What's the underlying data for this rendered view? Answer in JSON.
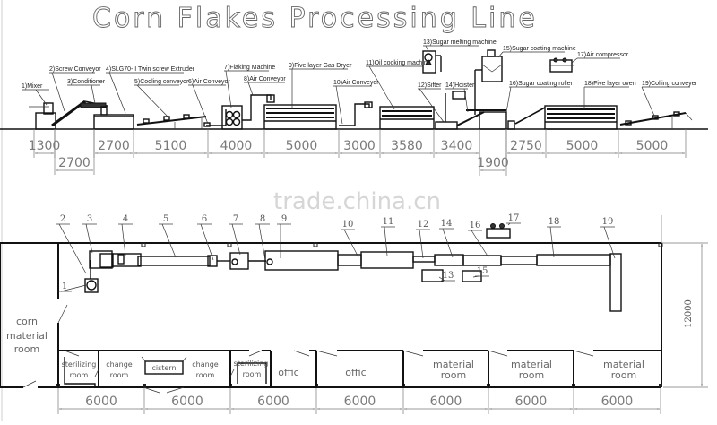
{
  "title": "Corn Flakes Processing Line",
  "watermark": "trade.china.cn",
  "elevation": {
    "labels": [
      {
        "id": "1",
        "text": "1)Mixer"
      },
      {
        "id": "2",
        "text": "2)Screw Conveyor"
      },
      {
        "id": "3",
        "text": "3)Conditioner"
      },
      {
        "id": "4",
        "text": "4)SLG70-II Twin screw Extruder"
      },
      {
        "id": "5",
        "text": "5)Cooling conveyor"
      },
      {
        "id": "6",
        "text": "6)Air Conveyor"
      },
      {
        "id": "7",
        "text": "7)Flaking Machine"
      },
      {
        "id": "8",
        "text": "8)Air Conveyor"
      },
      {
        "id": "9",
        "text": "9)Five layer Gas Dryer"
      },
      {
        "id": "10",
        "text": "10)Air Conveyor"
      },
      {
        "id": "11",
        "text": "11)Oil cooking machine"
      },
      {
        "id": "12",
        "text": "12)Sifter"
      },
      {
        "id": "13",
        "text": "13)Sugar melting machine"
      },
      {
        "id": "14",
        "text": "14)Hoister"
      },
      {
        "id": "15",
        "text": "15)Sugar coating machine"
      },
      {
        "id": "16",
        "text": "16)Sugar coating roller"
      },
      {
        "id": "17",
        "text": "17)Air compressor"
      },
      {
        "id": "18",
        "text": "18)Five layer oven"
      },
      {
        "id": "19",
        "text": "19)Colling conveyer"
      }
    ],
    "dimensions_row1": [
      "1300",
      "2700",
      "5100",
      "4000",
      "5000",
      "3000",
      "3580",
      "3400",
      "2750",
      "5000",
      "5000"
    ],
    "dimensions_row2": [
      "2700",
      "1900"
    ]
  },
  "plan": {
    "callouts": [
      "1",
      "2",
      "3",
      "4",
      "5",
      "6",
      "7",
      "8",
      "9",
      "10",
      "11",
      "12",
      "13",
      "14",
      "15",
      "16",
      "17",
      "18",
      "19"
    ],
    "rooms": {
      "corn_room": [
        "corn",
        "material",
        "room"
      ],
      "sterilizing_1": [
        "sterilizing",
        "room"
      ],
      "change_1": [
        "change",
        "room"
      ],
      "cistern": "cistern",
      "change_2": [
        "change",
        "room"
      ],
      "sterilizing_2": [
        "sterilizing",
        "room"
      ],
      "office_1": "offic",
      "office_2": "offic",
      "material_1": [
        "material",
        "room"
      ],
      "material_2": [
        "material",
        "room"
      ],
      "material_3": [
        "material",
        "room"
      ]
    },
    "bay_dimensions": [
      "6000",
      "6000",
      "6000",
      "6000",
      "6000",
      "6000",
      "6000"
    ],
    "height_dimension": "12000"
  }
}
